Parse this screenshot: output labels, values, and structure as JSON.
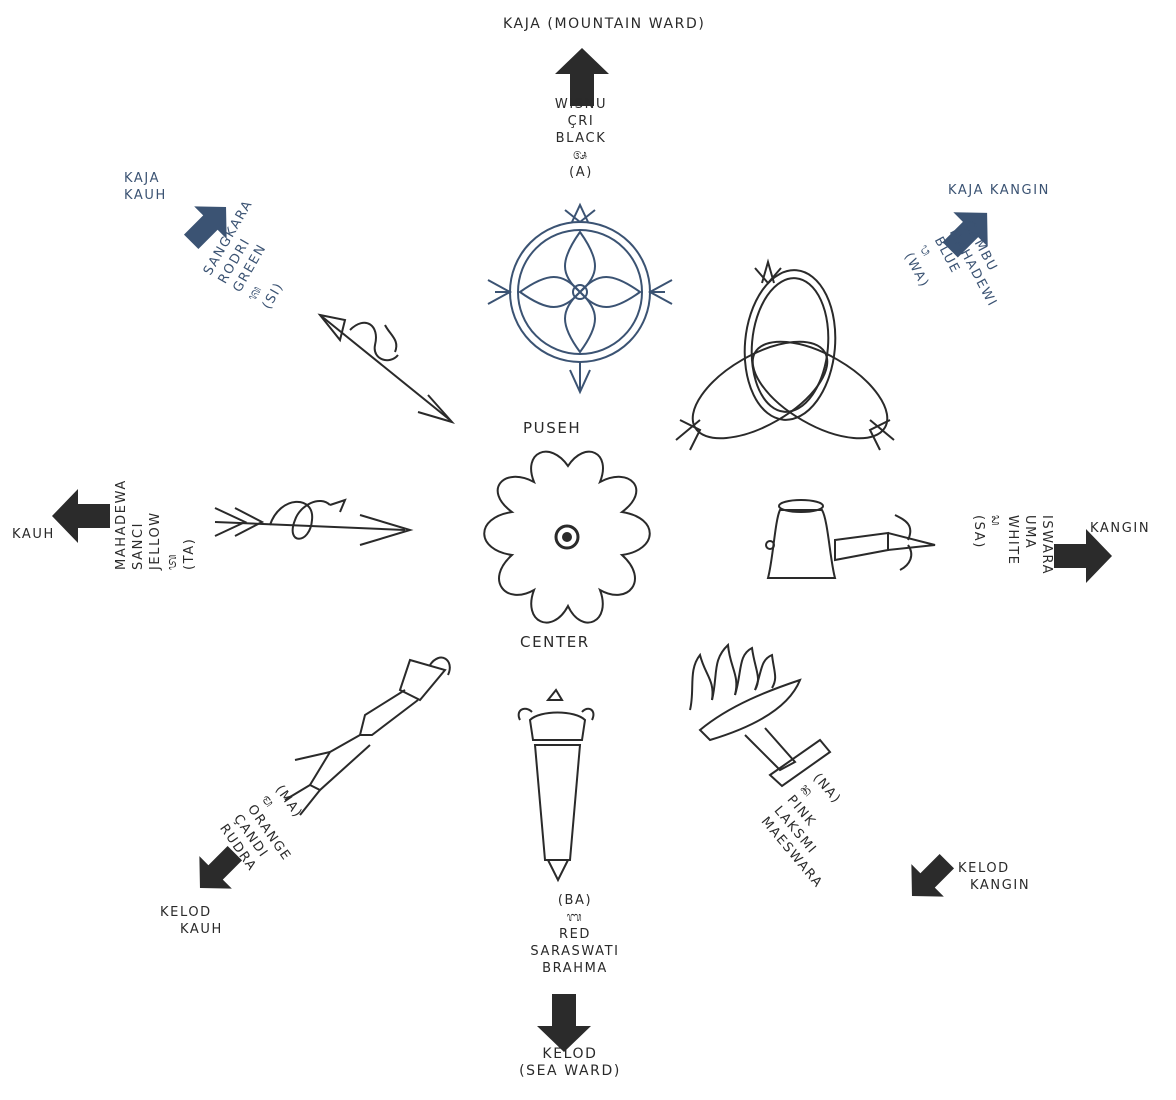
{
  "colors": {
    "ink": "#2a2a2a",
    "blue": "#3b5373",
    "dark": "#2b2b2b"
  },
  "center": {
    "top_label": "PUSEH",
    "bottom_label": "CENTER"
  },
  "directions": {
    "north": {
      "name": "KAJA (MOUNTAIN WARD)",
      "lines": [
        "WISNU",
        "ÇRI",
        "BLACK",
        "ᬅ",
        "(A)"
      ],
      "color": "#3b5373",
      "emblem": "cakra-icon"
    },
    "northeast": {
      "name": "KAJA KANGIN",
      "lines": [
        "ÇAMBU",
        "MAHADEWI",
        "BLUE",
        "ᬯ",
        "(WA)"
      ],
      "color": "#3b5373",
      "emblem": "nagapasa-icon"
    },
    "east": {
      "name": "KANGIN",
      "lines": [
        "ISWARA",
        "UMA",
        "WHITE",
        "ᬲ",
        "(SA)"
      ],
      "color": "#2b2b2b",
      "emblem": "bajra-icon"
    },
    "southeast": {
      "name_lines": [
        "KELOD",
        "KANGIN"
      ],
      "lines": [
        "(NA)",
        "ᬦ",
        "PINK",
        "LAKSMI",
        "MAESWARA"
      ],
      "color": "#2b2b2b",
      "emblem": "dupa-icon"
    },
    "south": {
      "name_lines": [
        "KELOD",
        "(SEA WARD)"
      ],
      "lines": [
        "(BA)",
        "ᬩ",
        "RED",
        "SARASWATI",
        "BRAHMA"
      ],
      "color": "#2b2b2b",
      "emblem": "gada-icon"
    },
    "southwest": {
      "name_lines": [
        "KELOD",
        "KAUH"
      ],
      "lines": [
        "(MA)",
        "ᬫ",
        "ORANGE",
        "ÇANDI",
        "RUDRA"
      ],
      "color": "#2b2b2b",
      "emblem": "moksala-icon"
    },
    "west": {
      "name": "KAUH",
      "lines": [
        "MAHADEWA",
        "SANCI",
        "JELLOW",
        "ᬢ",
        "(TA)"
      ],
      "color": "#2b2b2b",
      "emblem": "nagapasa-west-icon"
    },
    "northwest": {
      "name_lines": [
        "KAJA",
        "KAUH"
      ],
      "lines": [
        "SANGKARA",
        "RODRI",
        "GREEN",
        "ᬰ",
        "(SI)"
      ],
      "color": "#3b5373",
      "emblem": "angkus-icon"
    }
  }
}
